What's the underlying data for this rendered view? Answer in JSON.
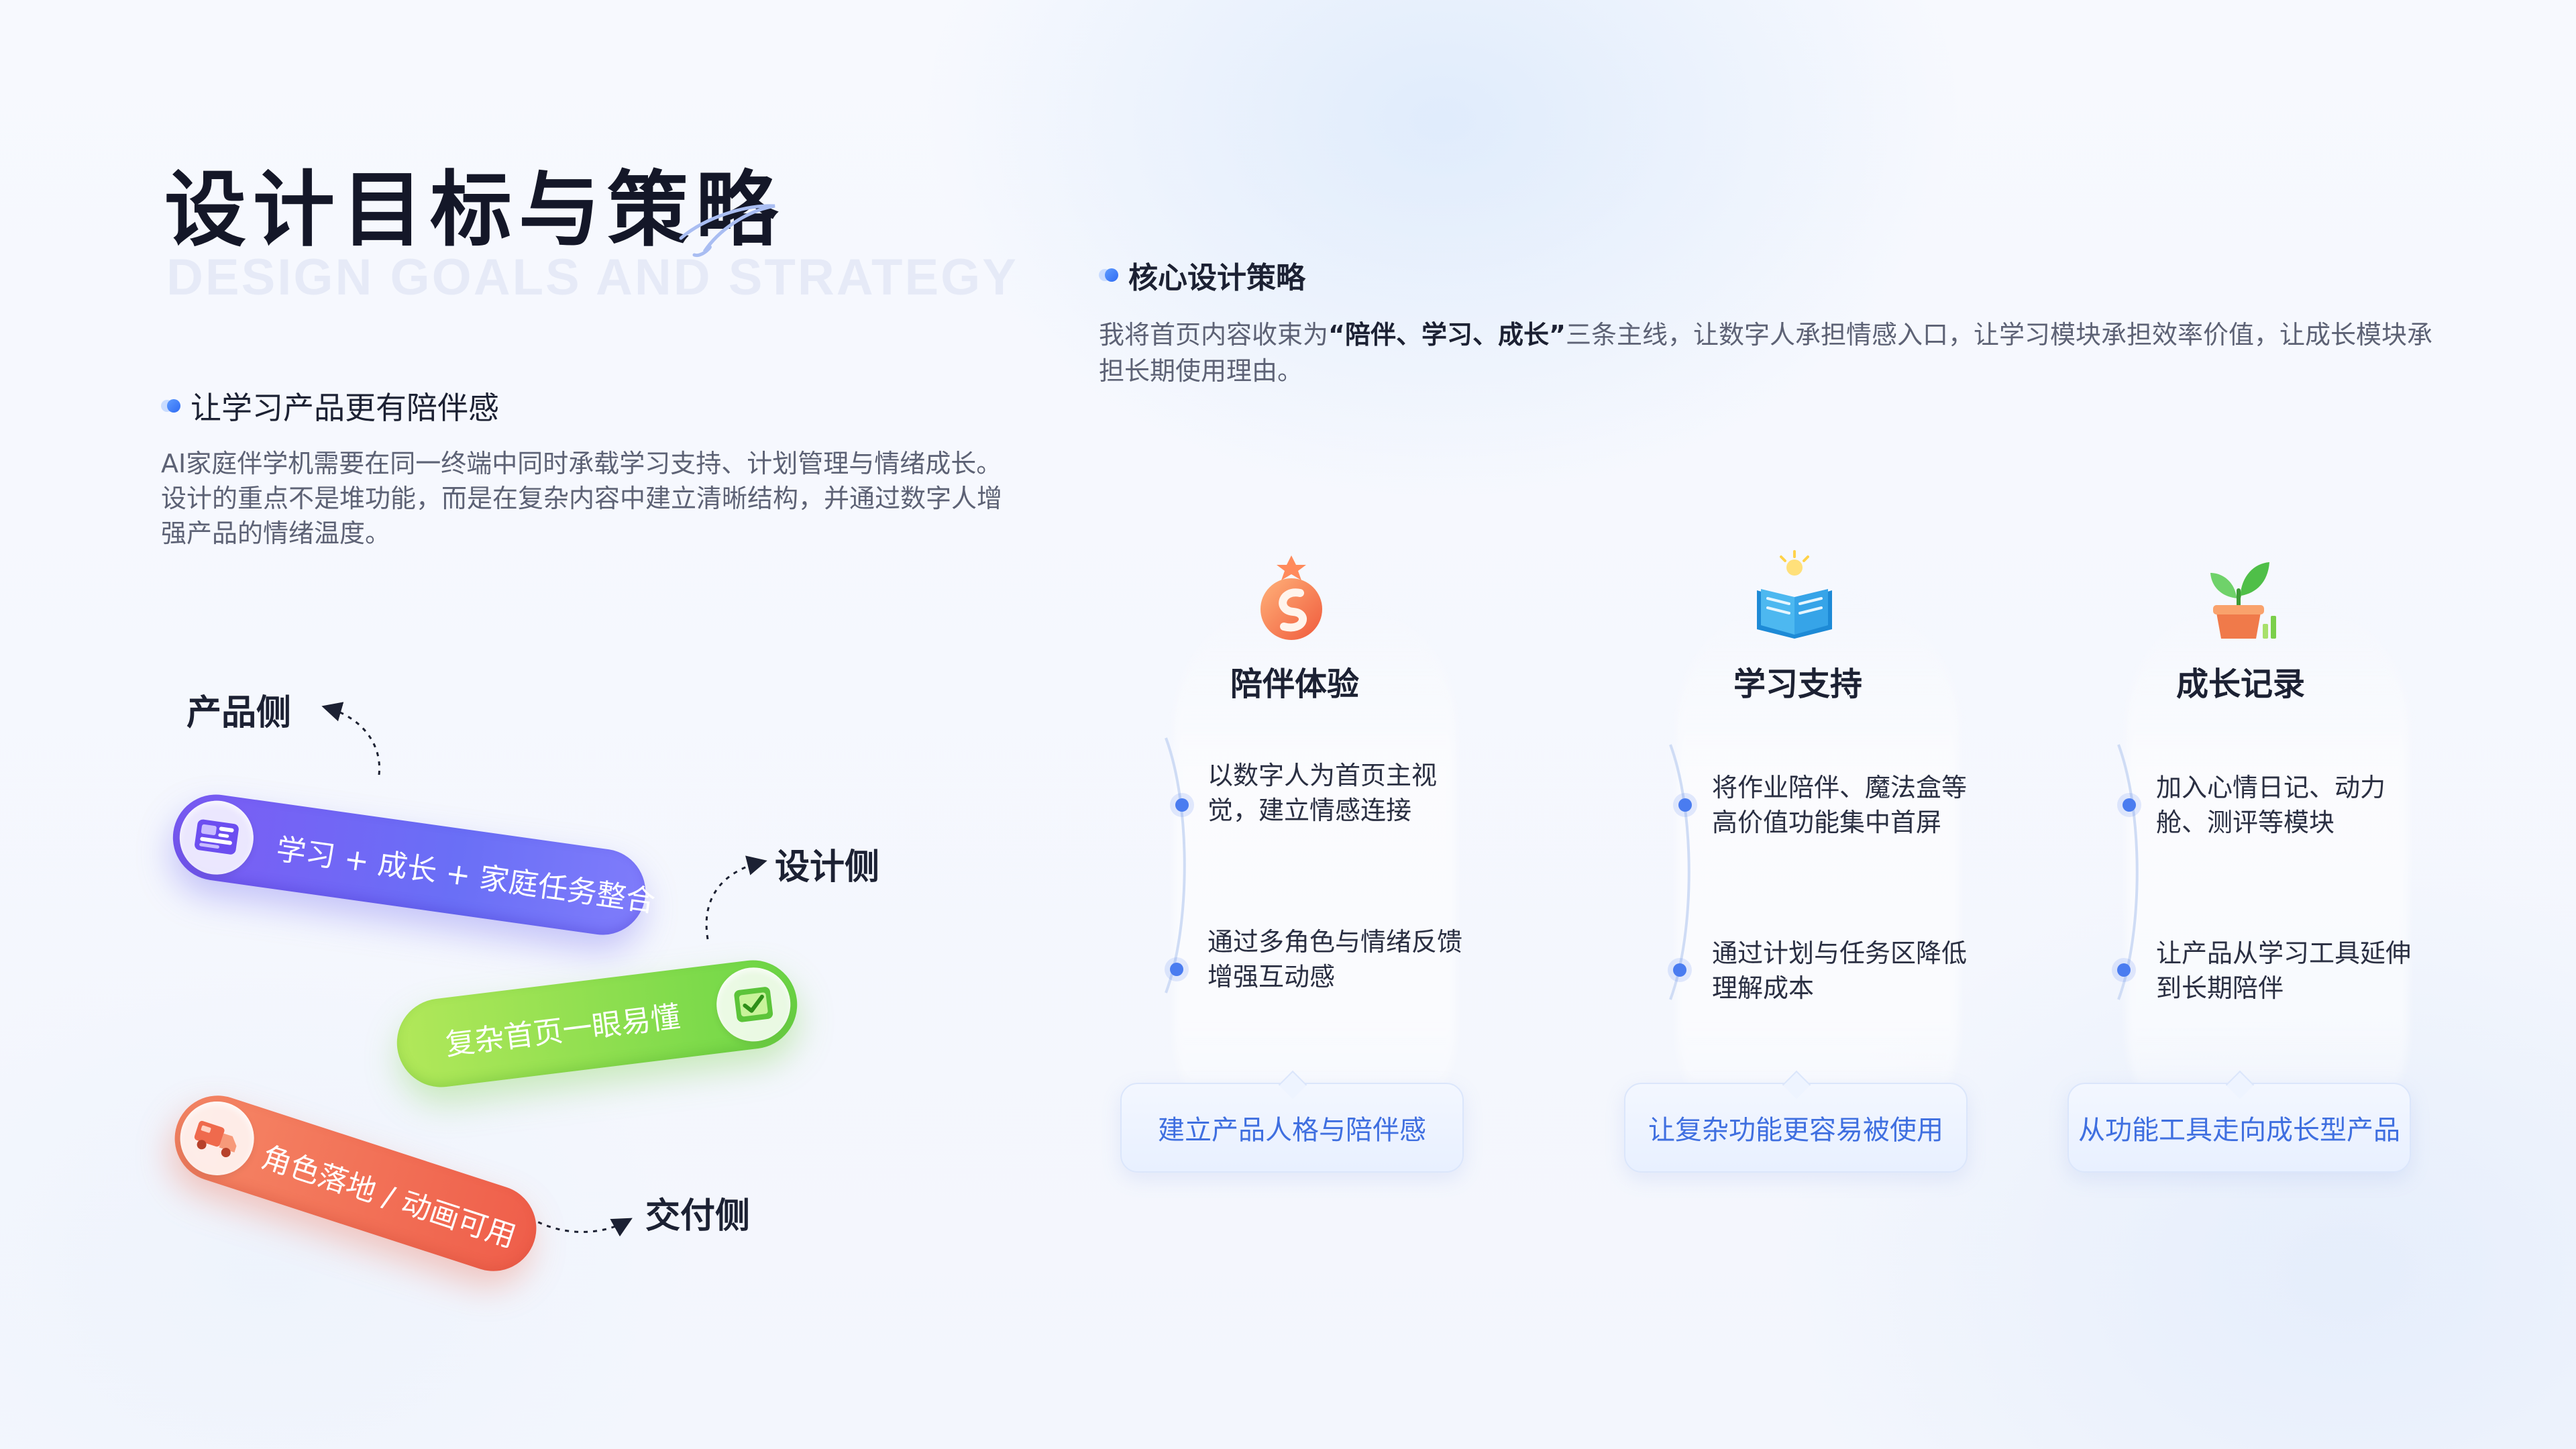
{
  "title": "设计目标与策略",
  "subtitle_en": "DESIGN GOALS AND STRATEGY",
  "left_section": {
    "heading": "让学习产品更有陪伴感",
    "body": "AI家庭伴学机需要在同一终端中同时承载学习支持、计划管理与情绪成长。设计的重点不是堆功能，而是在复杂内容中建立清晰结构，并通过数字人增强产品的情绪温度。"
  },
  "diagram": {
    "label_product": "产品侧",
    "label_design": "设计侧",
    "label_deliver": "交付侧",
    "pill_purple": "学习 + 成长 + 家庭任务整合",
    "pill_green": "复杂首页一眼易懂",
    "pill_orange": "角色落地 / 动画可用",
    "icons": [
      "dashboard-icon",
      "checklist-icon",
      "truck-icon"
    ]
  },
  "right_section": {
    "heading": "核心设计策略",
    "body_prefix": "我将首页内容收束为",
    "body_bold": "“陪伴、学习、成长”",
    "body_suffix": "三条主线，让数字人承担情感入口，让学习模块承担效率价值，让成长模块承担长期使用理由。"
  },
  "columns": [
    {
      "icon": "companion-icon",
      "title": "陪伴体验",
      "items": [
        "以数字人为首页主视觉，建立情感连接",
        "通过多角色与情绪反馈增强互动感"
      ],
      "tag": "建立产品人格与陪伴感"
    },
    {
      "icon": "book-icon",
      "title": "学习支持",
      "items": [
        "将作业陪伴、魔法盒等高价值功能集中首屏",
        "通过计划与任务区降低理解成本"
      ],
      "tag": "让复杂功能更容易被使用"
    },
    {
      "icon": "plant-growth-icon",
      "title": "成长记录",
      "items": [
        "加入心情日记、动力舱、测评等模块",
        "让产品从学习工具延伸到长期陪伴"
      ],
      "tag": "从功能工具走向成长型产品"
    }
  ],
  "colors": {
    "accent_blue": "#4a7cf0",
    "purple": "#7b5cf4",
    "green": "#6dd646",
    "orange": "#ef5e4a"
  }
}
